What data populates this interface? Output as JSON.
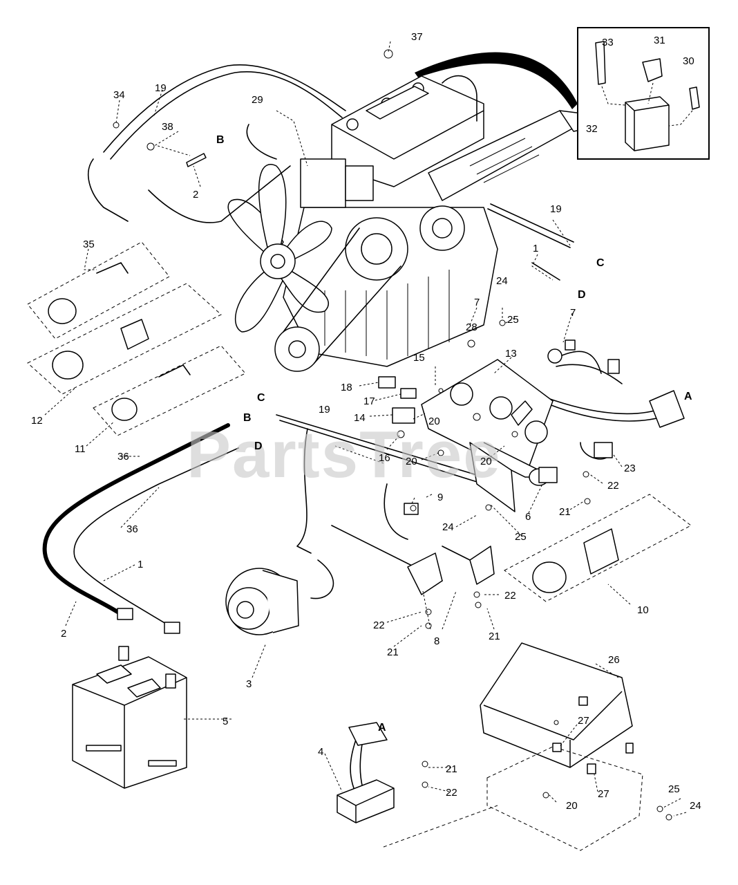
{
  "watermark": "PartsTree",
  "part_numbers": [
    "1",
    "1",
    "2",
    "2",
    "3",
    "4",
    "5",
    "6",
    "7",
    "7",
    "8",
    "9",
    "10",
    "11",
    "12",
    "13",
    "14",
    "15",
    "16",
    "17",
    "18",
    "19",
    "19",
    "19",
    "20",
    "20",
    "20",
    "20",
    "21",
    "21",
    "21",
    "21",
    "22",
    "22",
    "22",
    "22",
    "23",
    "24",
    "24",
    "24",
    "25",
    "25",
    "25",
    "26",
    "27",
    "27",
    "28",
    "29",
    "30",
    "31",
    "32",
    "33",
    "34",
    "35",
    "36",
    "36",
    "37",
    "38"
  ],
  "connector_letters": [
    "A",
    "A",
    "B",
    "B",
    "C",
    "C",
    "D",
    "D"
  ]
}
